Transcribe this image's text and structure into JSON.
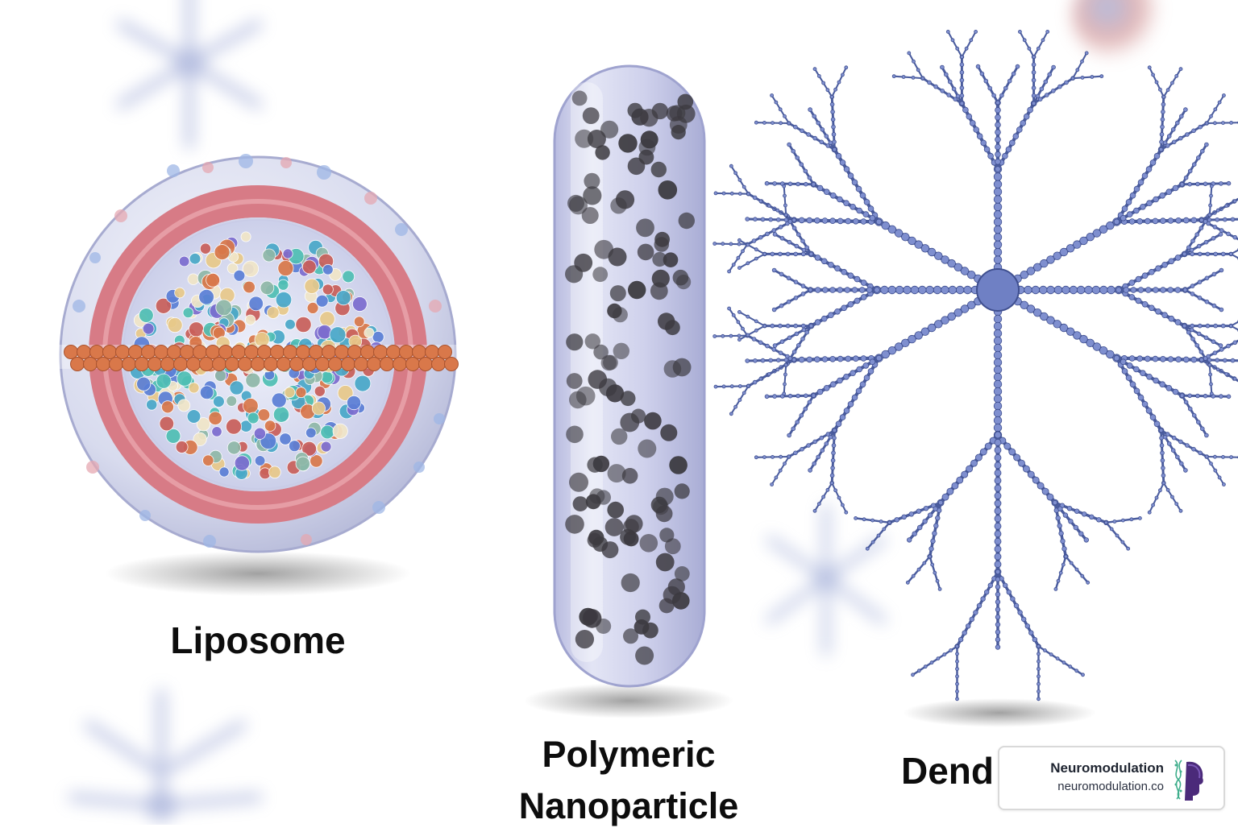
{
  "labels": {
    "liposome": "Liposome",
    "polymeric_line1": "Polymeric",
    "polymeric_line2": "Nanoparticle",
    "dendrimer": "Dend"
  },
  "brand": {
    "name": "Neuromodulation",
    "url": "neuromodulation.co"
  },
  "colors": {
    "background": "#ffffff",
    "liposome_ring": "#d77b86",
    "liposome_beads": "#d9784a",
    "nanoparticle_shell": "#c9cbe8",
    "nanoparticle_particles": "#3c3a40",
    "dendrimer_blue": "#4a5c9e"
  },
  "icons": [
    "neuromodulation-logo-icon"
  ]
}
